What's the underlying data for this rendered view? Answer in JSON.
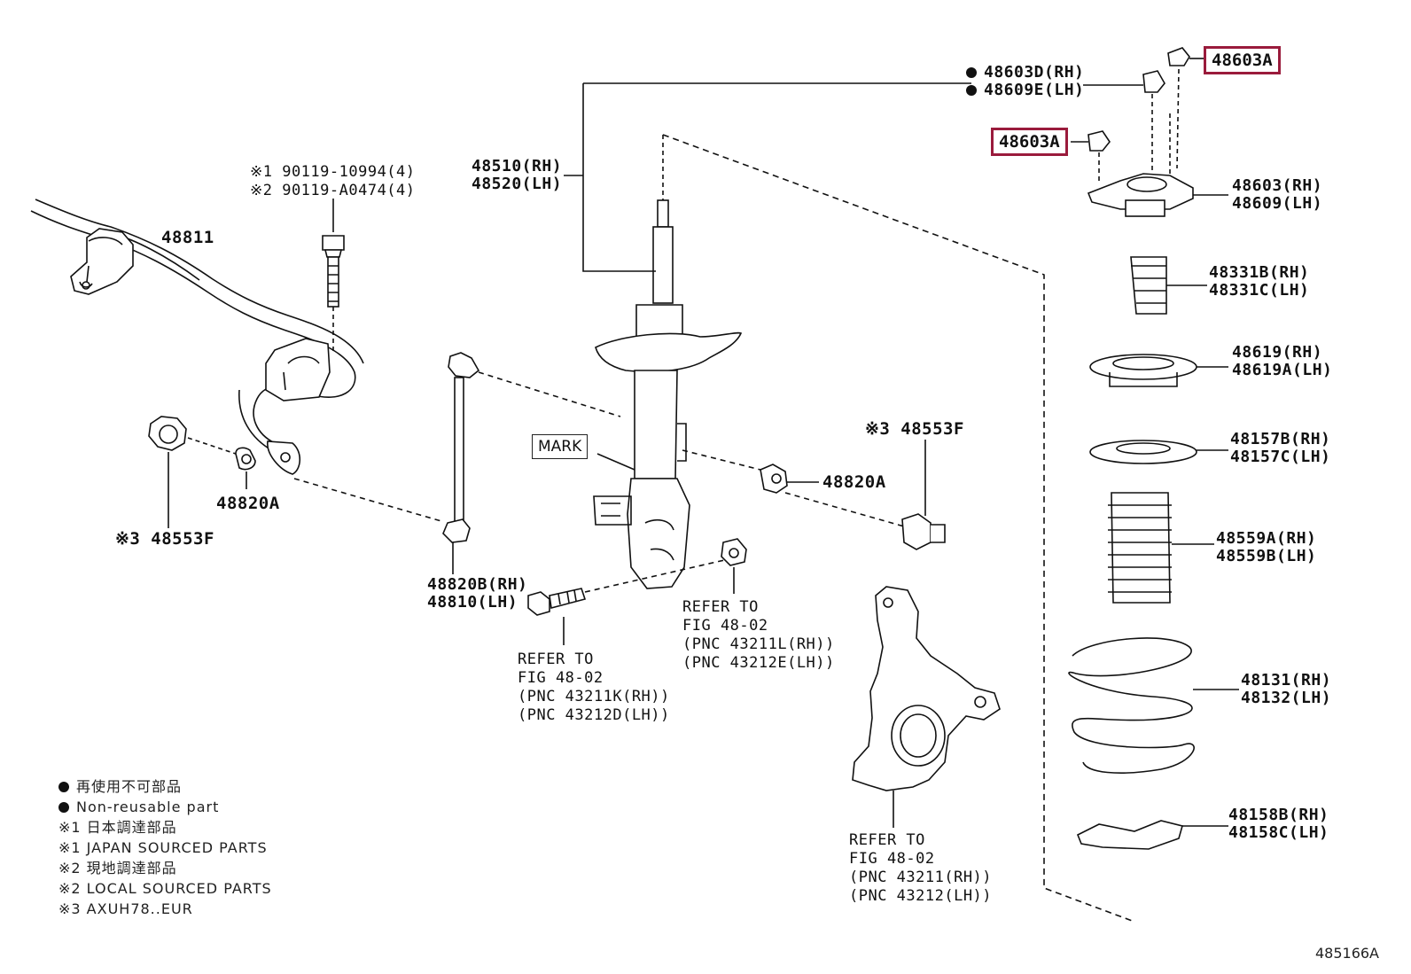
{
  "callouts": {
    "stab_bolt": [
      "※1 90119-10994(4)",
      "※2 90119-A0474(4)"
    ],
    "stab_bar": "48811",
    "bushing_left": "48820A",
    "nut_left": "※3 48553F",
    "link": [
      "48820B(RH)",
      "48810(LH)"
    ],
    "refer_bolt": [
      "REFER TO",
      "FIG 48-02",
      "(PNC 43211K(RH))",
      "(PNC 43212D(LH))"
    ],
    "refer_nut": [
      "REFER TO",
      "FIG 48-02",
      "(PNC 43211L(RH))",
      "(PNC 43212E(LH))"
    ],
    "strut": [
      "48510(RH)",
      "48520(LH)"
    ],
    "mark": "MARK",
    "bushing_right": "48820A",
    "nut_right": "※3 48553F",
    "refer_knuckle": [
      "REFER TO",
      "FIG 48-02",
      "(PNC 43211(RH))",
      "(PNC 43212(LH))"
    ],
    "mount_nut": [
      "48603D(RH)",
      "48609E(LH)"
    ],
    "highlight_top": "48603A",
    "highlight_mid": "48603A",
    "mount": [
      "48603(RH)",
      "48609(LH)"
    ],
    "bump_stop": [
      "48331B(RH)",
      "48331C(LH)"
    ],
    "seat_upper": [
      "48619(RH)",
      "48619A(LH)"
    ],
    "bearing": [
      "48157B(RH)",
      "48157C(LH)"
    ],
    "boot": [
      "48559A(RH)",
      "48559B(LH)"
    ],
    "spring": [
      "48131(RH)",
      "48132(LH)"
    ],
    "insulator": [
      "48158B(RH)",
      "48158C(LH)"
    ]
  },
  "legend": [
    {
      "bullet": "dot",
      "text": "再使用不可部品"
    },
    {
      "bullet": "dot",
      "text": "Non-reusable part"
    },
    {
      "bullet": "",
      "text": "※1 日本調達部品"
    },
    {
      "bullet": "",
      "text": "※1 JAPAN SOURCED PARTS"
    },
    {
      "bullet": "",
      "text": "※2 現地調達部品"
    },
    {
      "bullet": "",
      "text": "※2 LOCAL SOURCED PARTS"
    },
    {
      "bullet": "",
      "text": "※3 AXUH78..EUR"
    }
  ],
  "figure_id": "485166A",
  "colors": {
    "highlight_border": "#9a1b3c",
    "line": "#111111"
  }
}
